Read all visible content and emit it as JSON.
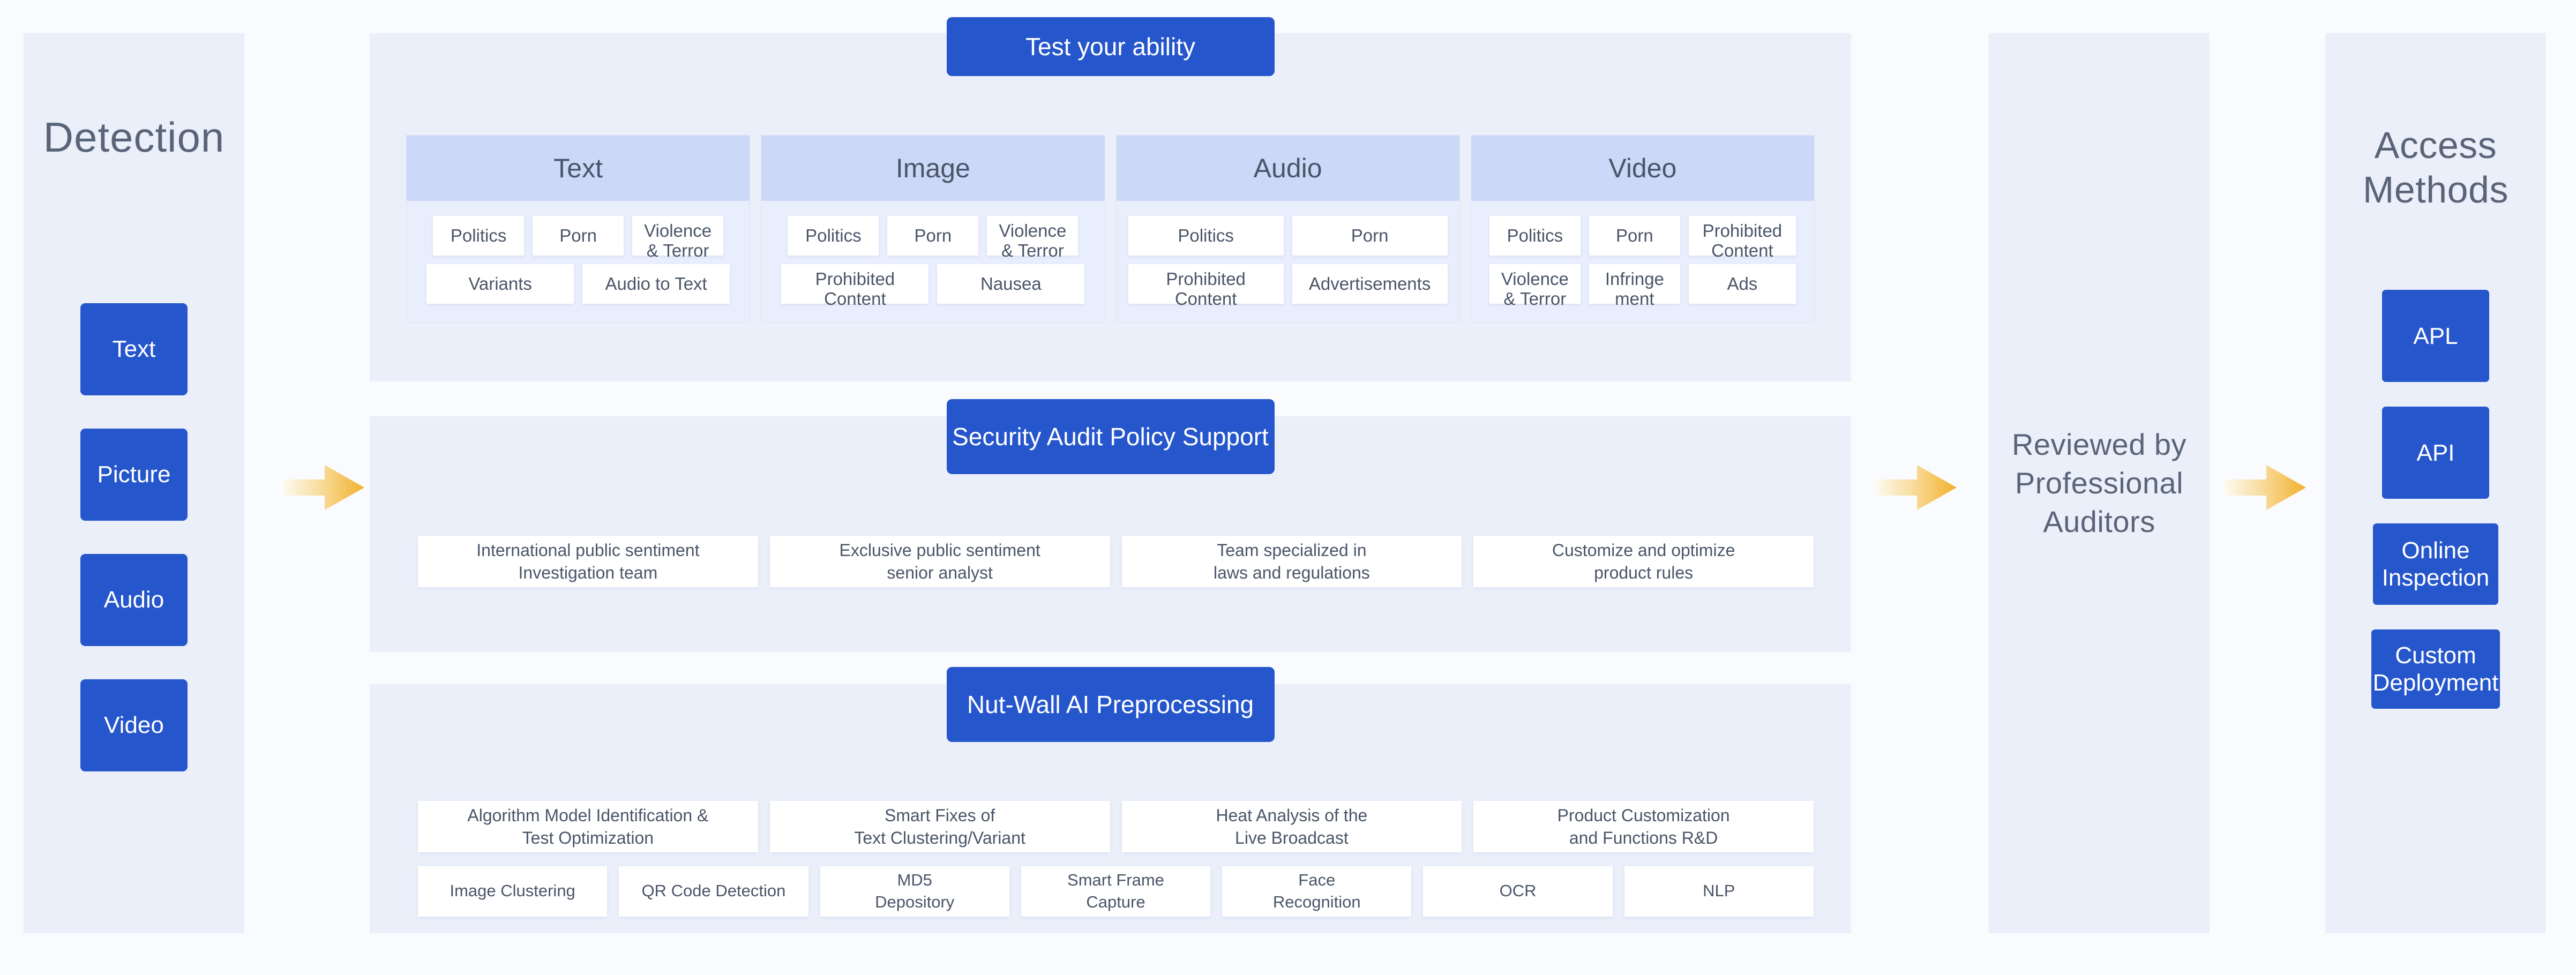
{
  "detection": {
    "title": "Detection",
    "items": [
      {
        "label": "Text"
      },
      {
        "label": "Picture"
      },
      {
        "label": "Audio"
      },
      {
        "label": "Video"
      }
    ]
  },
  "arrows": {
    "arrow_1_name": "flow-arrow-right",
    "arrow_2_name": "flow-arrow-right",
    "arrow_3_name": "flow-arrow-right",
    "color_start": "#fdf6e3",
    "color_end": "#f2b53c"
  },
  "ability": {
    "badge": "Test your ability",
    "cards": [
      {
        "title": "Text",
        "tags": [
          "Politics",
          "Porn",
          "Violence\n& Terror",
          "Variants",
          "Audio to Text"
        ]
      },
      {
        "title": "Image",
        "tags": [
          "Politics",
          "Porn",
          "Violence\n& Terror",
          "Prohibited\nContent",
          "Nausea"
        ]
      },
      {
        "title": "Audio",
        "tags": [
          "Politics",
          "Porn",
          "Prohibited\nContent",
          "Advertisements"
        ]
      },
      {
        "title": "Video",
        "tags": [
          "Politics",
          "Porn",
          "Prohibited\nContent",
          "Violence\n& Terror",
          "Infringe\nment",
          "Ads"
        ]
      }
    ]
  },
  "policy": {
    "badge": "Security Audit\nPolicy Support",
    "boxes": [
      "International public sentiment\nInvestigation team",
      "Exclusive public sentiment\nsenior analyst",
      "Team specialized in\nlaws and regulations",
      "Customize and optimize\nproduct rules"
    ]
  },
  "preprocess": {
    "badge": "Nut-Wall AI\nPreprocessing",
    "row1": [
      "Algorithm Model Identification &\nTest Optimization",
      "Smart Fixes of\nText Clustering/Variant",
      "Heat Analysis of the\nLive Broadcast",
      "Product Customization\nand Functions R&D"
    ],
    "row2": [
      "Image Clustering",
      "QR Code Detection",
      "MD5\nDepository",
      "Smart Frame\nCapture",
      "Face\nRecognition",
      "OCR",
      "NLP"
    ]
  },
  "reviewed": {
    "text": "Reviewed by\nProfessional\nAuditors"
  },
  "access": {
    "title": "Access\nMethods",
    "items": [
      {
        "label": "APL",
        "size": "sz-sm"
      },
      {
        "label": "API",
        "size": "sz-sm"
      },
      {
        "label": "Online\nInspection",
        "size": "sz-lg"
      },
      {
        "label": "Custom\nDeployment",
        "size": "sz-xl"
      }
    ]
  },
  "colors": {
    "panel_bg": "#eaeffa",
    "page_bg": "#fafbfe",
    "brand_blue": "#2656cc",
    "card_header": "#ccd8f8",
    "text_gray": "#4a5568",
    "arrow_gold": "#f2b53c"
  }
}
